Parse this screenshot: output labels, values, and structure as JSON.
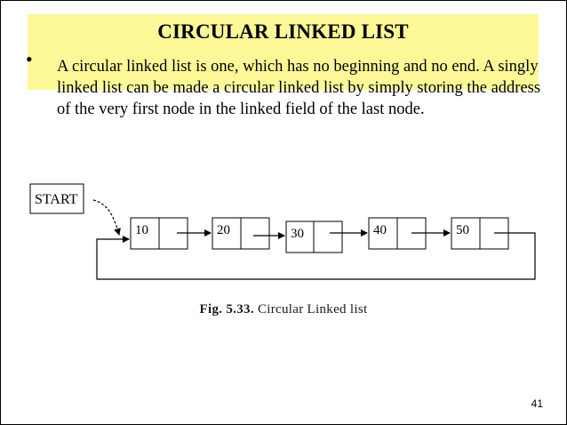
{
  "slide": {
    "title": "CIRCULAR LINKED LIST",
    "bullet_symbol": "•",
    "body": "A circular linked list is one, which has no beginning and no end. A singly linked list can be made a circular linked list by simply storing the address of the very first node in the linked field of the last node.",
    "page_number": "41",
    "highlight_color": "#fdf897"
  },
  "diagram": {
    "start_label": "START",
    "nodes": [
      {
        "value": "10"
      },
      {
        "value": "20"
      },
      {
        "value": "30"
      },
      {
        "value": "40"
      },
      {
        "value": "50"
      }
    ],
    "caption_fig": "Fig. 5.33.",
    "caption_text": "Circular Linked list"
  }
}
